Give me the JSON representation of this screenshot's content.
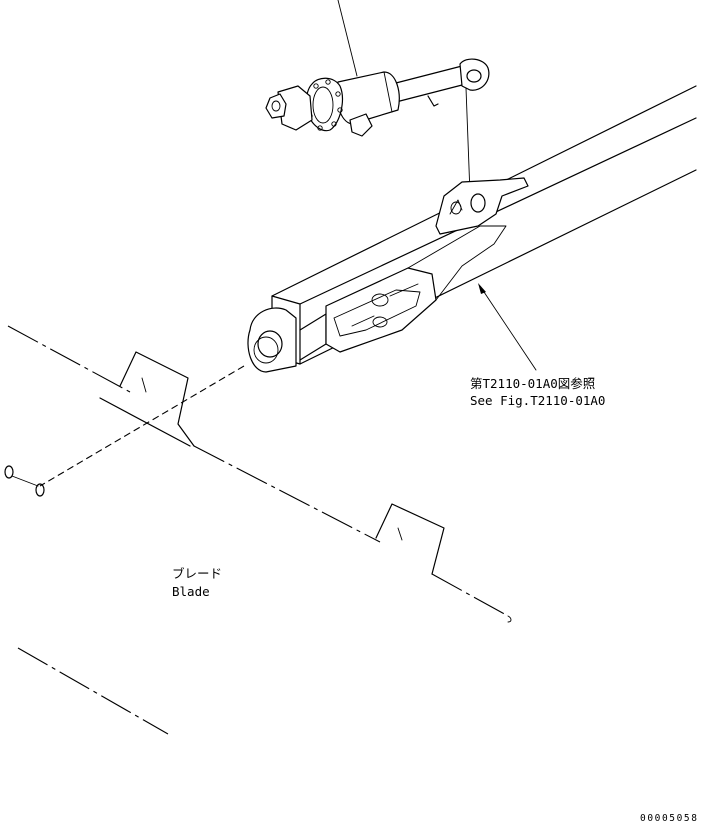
{
  "callouts": {
    "figure_ref_jp": "第T2110-01A0図参照",
    "figure_ref_en": "See Fig.T2110-01A0",
    "blade_jp": "ブレード",
    "blade_en": "Blade"
  },
  "drawing_number": "00005058"
}
